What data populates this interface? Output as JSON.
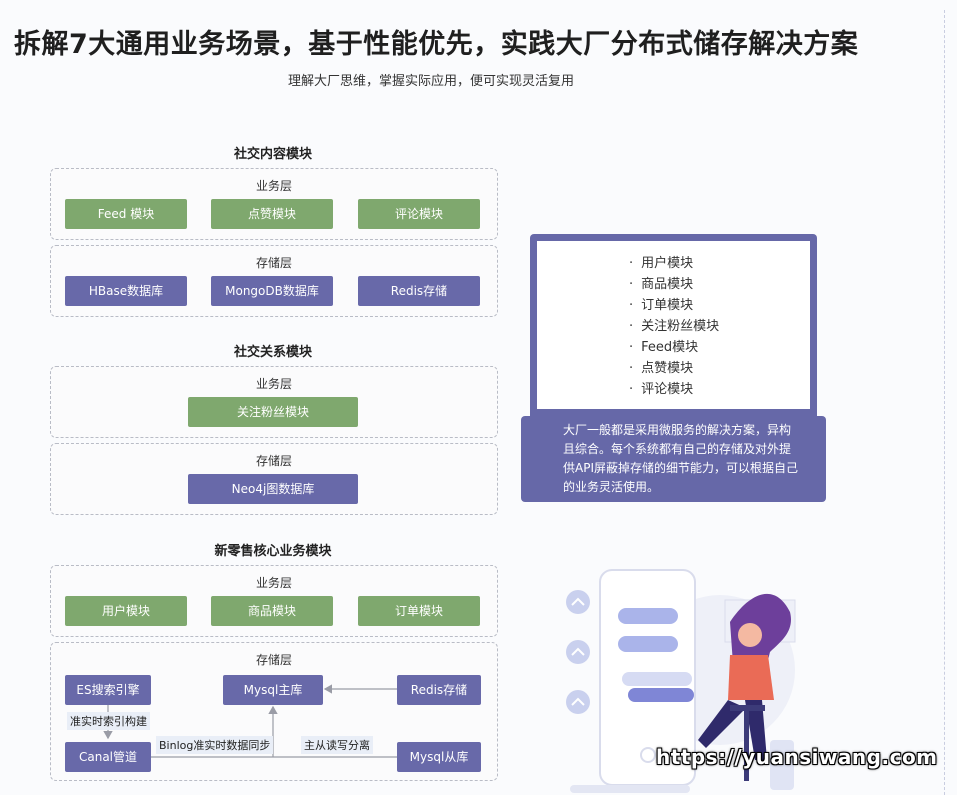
{
  "header": {
    "title": "拆解7大通用业务场景，基于性能优先，实践大厂分布式储存解决方案",
    "subtitle": "理解大厂思维，掌握实际应用，便可实现灵活复用"
  },
  "social_content": {
    "title": "社交内容模块",
    "business_label": "业务层",
    "business_modules": [
      "Feed 模块",
      "点赞模块",
      "评论模块"
    ],
    "storage_label": "存储层",
    "storage_modules": [
      "HBase数据库",
      "MongoDB数据库",
      "Redis存储"
    ]
  },
  "social_relation": {
    "title": "社交关系模块",
    "business_label": "业务层",
    "business_module": "关注粉丝模块",
    "storage_label": "存储层",
    "storage_module": "Neo4j图数据库"
  },
  "retail": {
    "title": "新零售核心业务模块",
    "business_label": "业务层",
    "business_modules": [
      "用户模块",
      "商品模块",
      "订单模块"
    ],
    "storage_label": "存储层",
    "es": "ES搜索引擎",
    "mysql_master": "Mysql主库",
    "redis": "Redis存储",
    "canal": "Canal管道",
    "mysql_slave": "Mysql从库",
    "tag_index": "准实时索引构建",
    "tag_binlog": "Binlog准实时数据同步",
    "tag_rw": "主从读写分离"
  },
  "monitor": {
    "items": [
      "用户模块",
      "商品模块",
      "订单模块",
      "关注粉丝模块",
      "Feed模块",
      "点赞模块",
      "评论模块"
    ],
    "bullet": "·"
  },
  "note": {
    "text": "大厂一般都是采用微服务的解决方案，异构且综合。每个系统都有自己的存储及对外提供API屏蔽掉存储的细节能力，可以根据自己的业务灵活使用。"
  },
  "watermark": "https://yuansiwang.com",
  "colors": {
    "business": "#7fa86e",
    "storage": "#6869a9",
    "accent": "#6668a8"
  }
}
